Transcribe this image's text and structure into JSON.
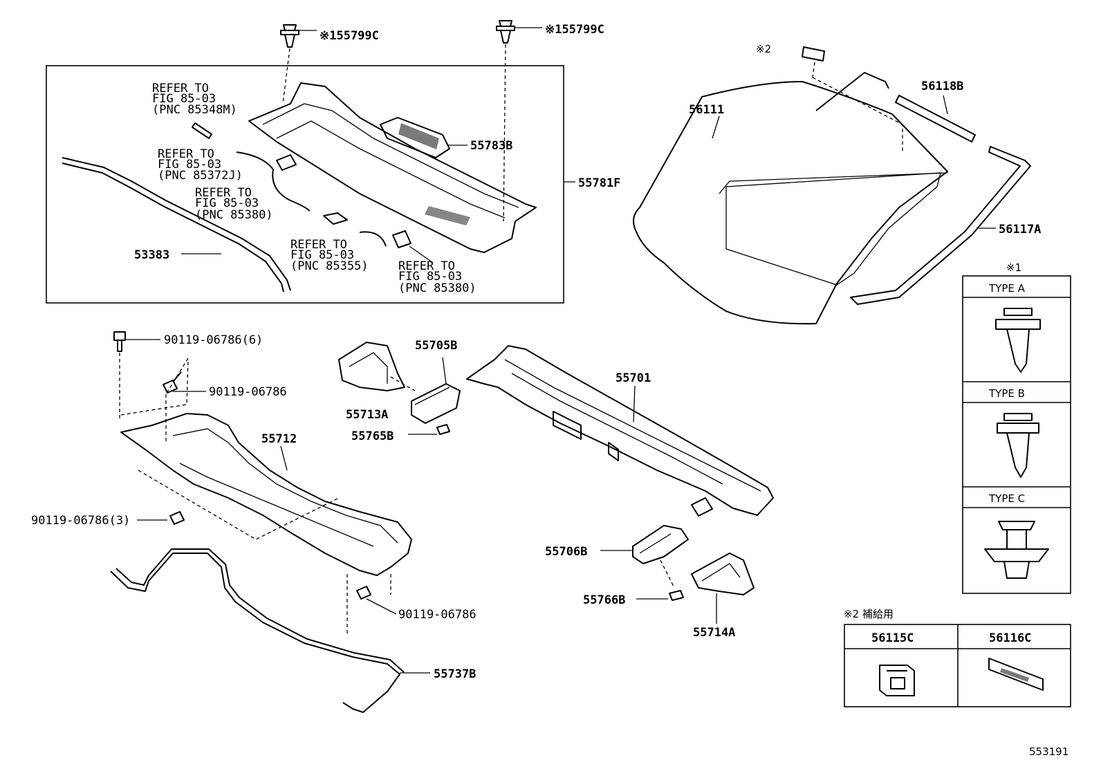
{
  "callouts": {
    "clip_left": "※155799C",
    "clip_right": "※155799C",
    "note2_marker": "※2",
    "ref1_line1": "REFER TO",
    "ref1_line2": "FIG 85-03",
    "ref1_line3": "(PNC 85348M)",
    "ref2_line1": "REFER TO",
    "ref2_line2": "FIG 85-03",
    "ref2_line3": "(PNC 85372J)",
    "ref3_line1": "REFER TO",
    "ref3_line2": "FIG 85-03",
    "ref3_line3": "(PNC 85380)",
    "ref4_line1": "REFER TO",
    "ref4_line2": "FIG 85-03",
    "ref4_line3": "(PNC 85355)",
    "ref5_line1": "REFER TO",
    "ref5_line2": "FIG 85-03",
    "ref5_line3": "(PNC 85380)",
    "p55783B": "55783B",
    "p55781F": "55781F",
    "p53383": "53383",
    "p56111": "56111",
    "p56118B": "56118B",
    "p56117A": "56117A",
    "b1": "90119-06786(6)",
    "b2": "90119-06786",
    "b3": "90119-06786(3)",
    "b4": "90119-06786",
    "p55712": "55712",
    "p55737B": "55737B",
    "p55705B": "55705B",
    "p55713A": "55713A",
    "p55765B": "55765B",
    "p55701": "55701",
    "p55706B": "55706B",
    "p55766B": "55766B",
    "p55714A": "55714A"
  },
  "type_table": {
    "header": "※1",
    "rows": [
      "TYPE  A",
      "TYPE  B",
      "TYPE  C"
    ]
  },
  "supply_table": {
    "caption": "※2 補給用",
    "cols": [
      "56115C",
      "56116C"
    ]
  },
  "figure_number": "553191"
}
